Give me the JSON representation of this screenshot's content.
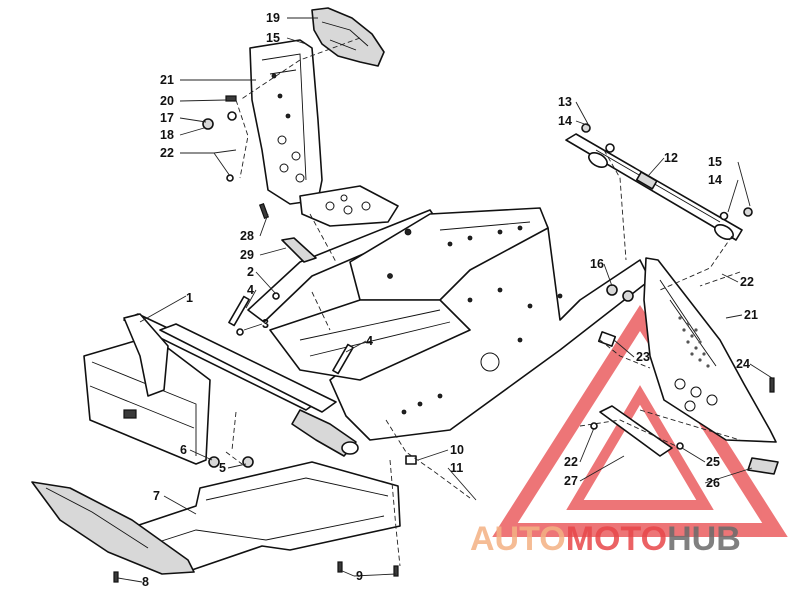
{
  "diagram": {
    "callouts": [
      {
        "id": "c19",
        "text": "19"
      },
      {
        "id": "c15a",
        "text": "15"
      },
      {
        "id": "c21a",
        "text": "21"
      },
      {
        "id": "c20",
        "text": "20"
      },
      {
        "id": "c17",
        "text": "17"
      },
      {
        "id": "c18",
        "text": "18"
      },
      {
        "id": "c22a",
        "text": "22"
      },
      {
        "id": "c13",
        "text": "13"
      },
      {
        "id": "c14a",
        "text": "14"
      },
      {
        "id": "c12",
        "text": "12"
      },
      {
        "id": "c15b",
        "text": "15"
      },
      {
        "id": "c14b",
        "text": "14"
      },
      {
        "id": "c28",
        "text": "28"
      },
      {
        "id": "c29",
        "text": "29"
      },
      {
        "id": "c2",
        "text": "2"
      },
      {
        "id": "c4a",
        "text": "4"
      },
      {
        "id": "c1",
        "text": "1"
      },
      {
        "id": "c3",
        "text": "3"
      },
      {
        "id": "c4b",
        "text": "4"
      },
      {
        "id": "c16",
        "text": "16"
      },
      {
        "id": "c22b",
        "text": "22"
      },
      {
        "id": "c21b",
        "text": "21"
      },
      {
        "id": "c23",
        "text": "23"
      },
      {
        "id": "c24",
        "text": "24"
      },
      {
        "id": "c6",
        "text": "6"
      },
      {
        "id": "c5",
        "text": "5"
      },
      {
        "id": "c10",
        "text": "10"
      },
      {
        "id": "c11",
        "text": "11"
      },
      {
        "id": "c7",
        "text": "7"
      },
      {
        "id": "c22c",
        "text": "22"
      },
      {
        "id": "c27",
        "text": "27"
      },
      {
        "id": "c25",
        "text": "25"
      },
      {
        "id": "c26",
        "text": "26"
      },
      {
        "id": "c8",
        "text": "8"
      },
      {
        "id": "c9",
        "text": "9"
      }
    ]
  },
  "watermark": {
    "part1": "AUTO",
    "part2": "MOTO",
    "part3": "HUB",
    "colors": {
      "auto": "#f4b183",
      "moto": "#e8474a",
      "hub": "#6b6b6b",
      "triangle": "#e8474a"
    }
  }
}
